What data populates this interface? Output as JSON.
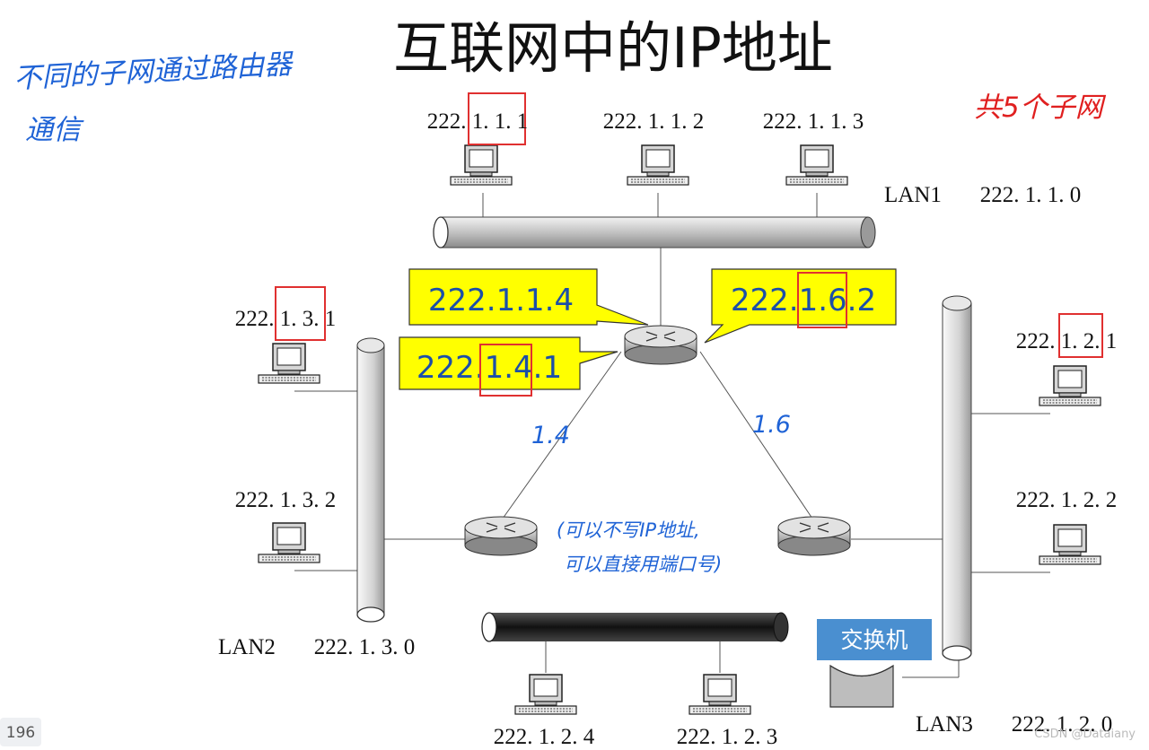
{
  "title": "互联网中的IP地址",
  "notes": {
    "left_top": [
      "不同的子网通过路由器",
      "通信"
    ],
    "right_top": "共5个子网",
    "link_left": "1.4",
    "link_right": "1.6",
    "middle": [
      "(可以不写IP地址,",
      "可以直接用端口号)"
    ]
  },
  "lan1": {
    "label": "LAN1",
    "network": "222. 1. 1. 0",
    "hosts": [
      "222. 1. 1. 1",
      "222. 1. 1. 2",
      "222. 1. 1. 3"
    ]
  },
  "lan2": {
    "label": "LAN2",
    "network": "222. 1. 3. 0",
    "hosts": [
      "222. 1. 3. 1",
      "222. 1. 3. 2"
    ]
  },
  "lan3": {
    "label": "LAN3",
    "network": "222. 1. 2. 0",
    "hosts": [
      "222. 1. 2. 1",
      "222. 1. 2. 2",
      "222. 1. 2. 4",
      "222. 1. 2. 3"
    ]
  },
  "callouts": [
    "222.1.1.4",
    "222.1.6.2",
    "222.1.4.1"
  ],
  "switch_label": "交换机",
  "page_number": "196",
  "watermark": "CSDN @Dataiany",
  "colors": {
    "callout_fill": "#ffff00",
    "callout_text": "#1c4fa8",
    "annotation_blue": "#1f63d6",
    "annotation_red": "#e02020",
    "highlight_box": "#e03030",
    "switch_label_bg": "#4a8fd0"
  }
}
